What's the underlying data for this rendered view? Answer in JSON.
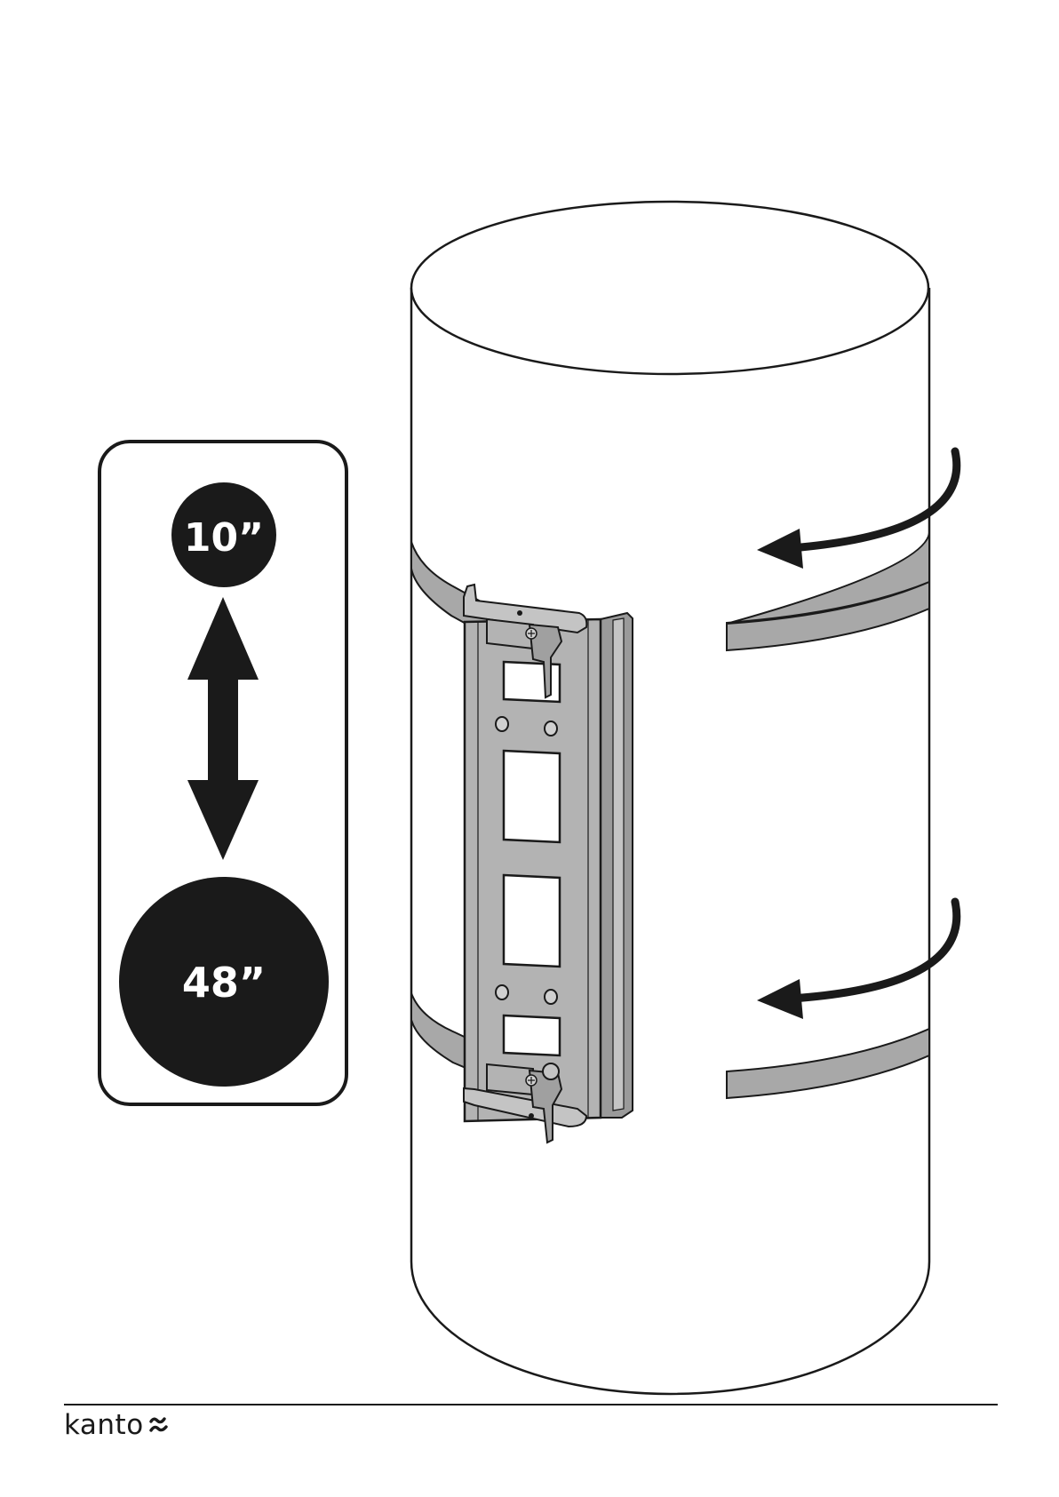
{
  "size_range": {
    "min_label": "10”",
    "max_label": "48”"
  },
  "footer": {
    "brand": "kanto"
  },
  "colors": {
    "ink": "#1a1a1a",
    "strap": "#a8a8a8",
    "bracket": "#b3b3b3",
    "pole": "#ffffff"
  },
  "icons": {
    "rotation_arrows": "curved-arrow-icon",
    "size_arrow": "double-arrow-vertical-icon",
    "logo": "kanto-logo-mark"
  }
}
